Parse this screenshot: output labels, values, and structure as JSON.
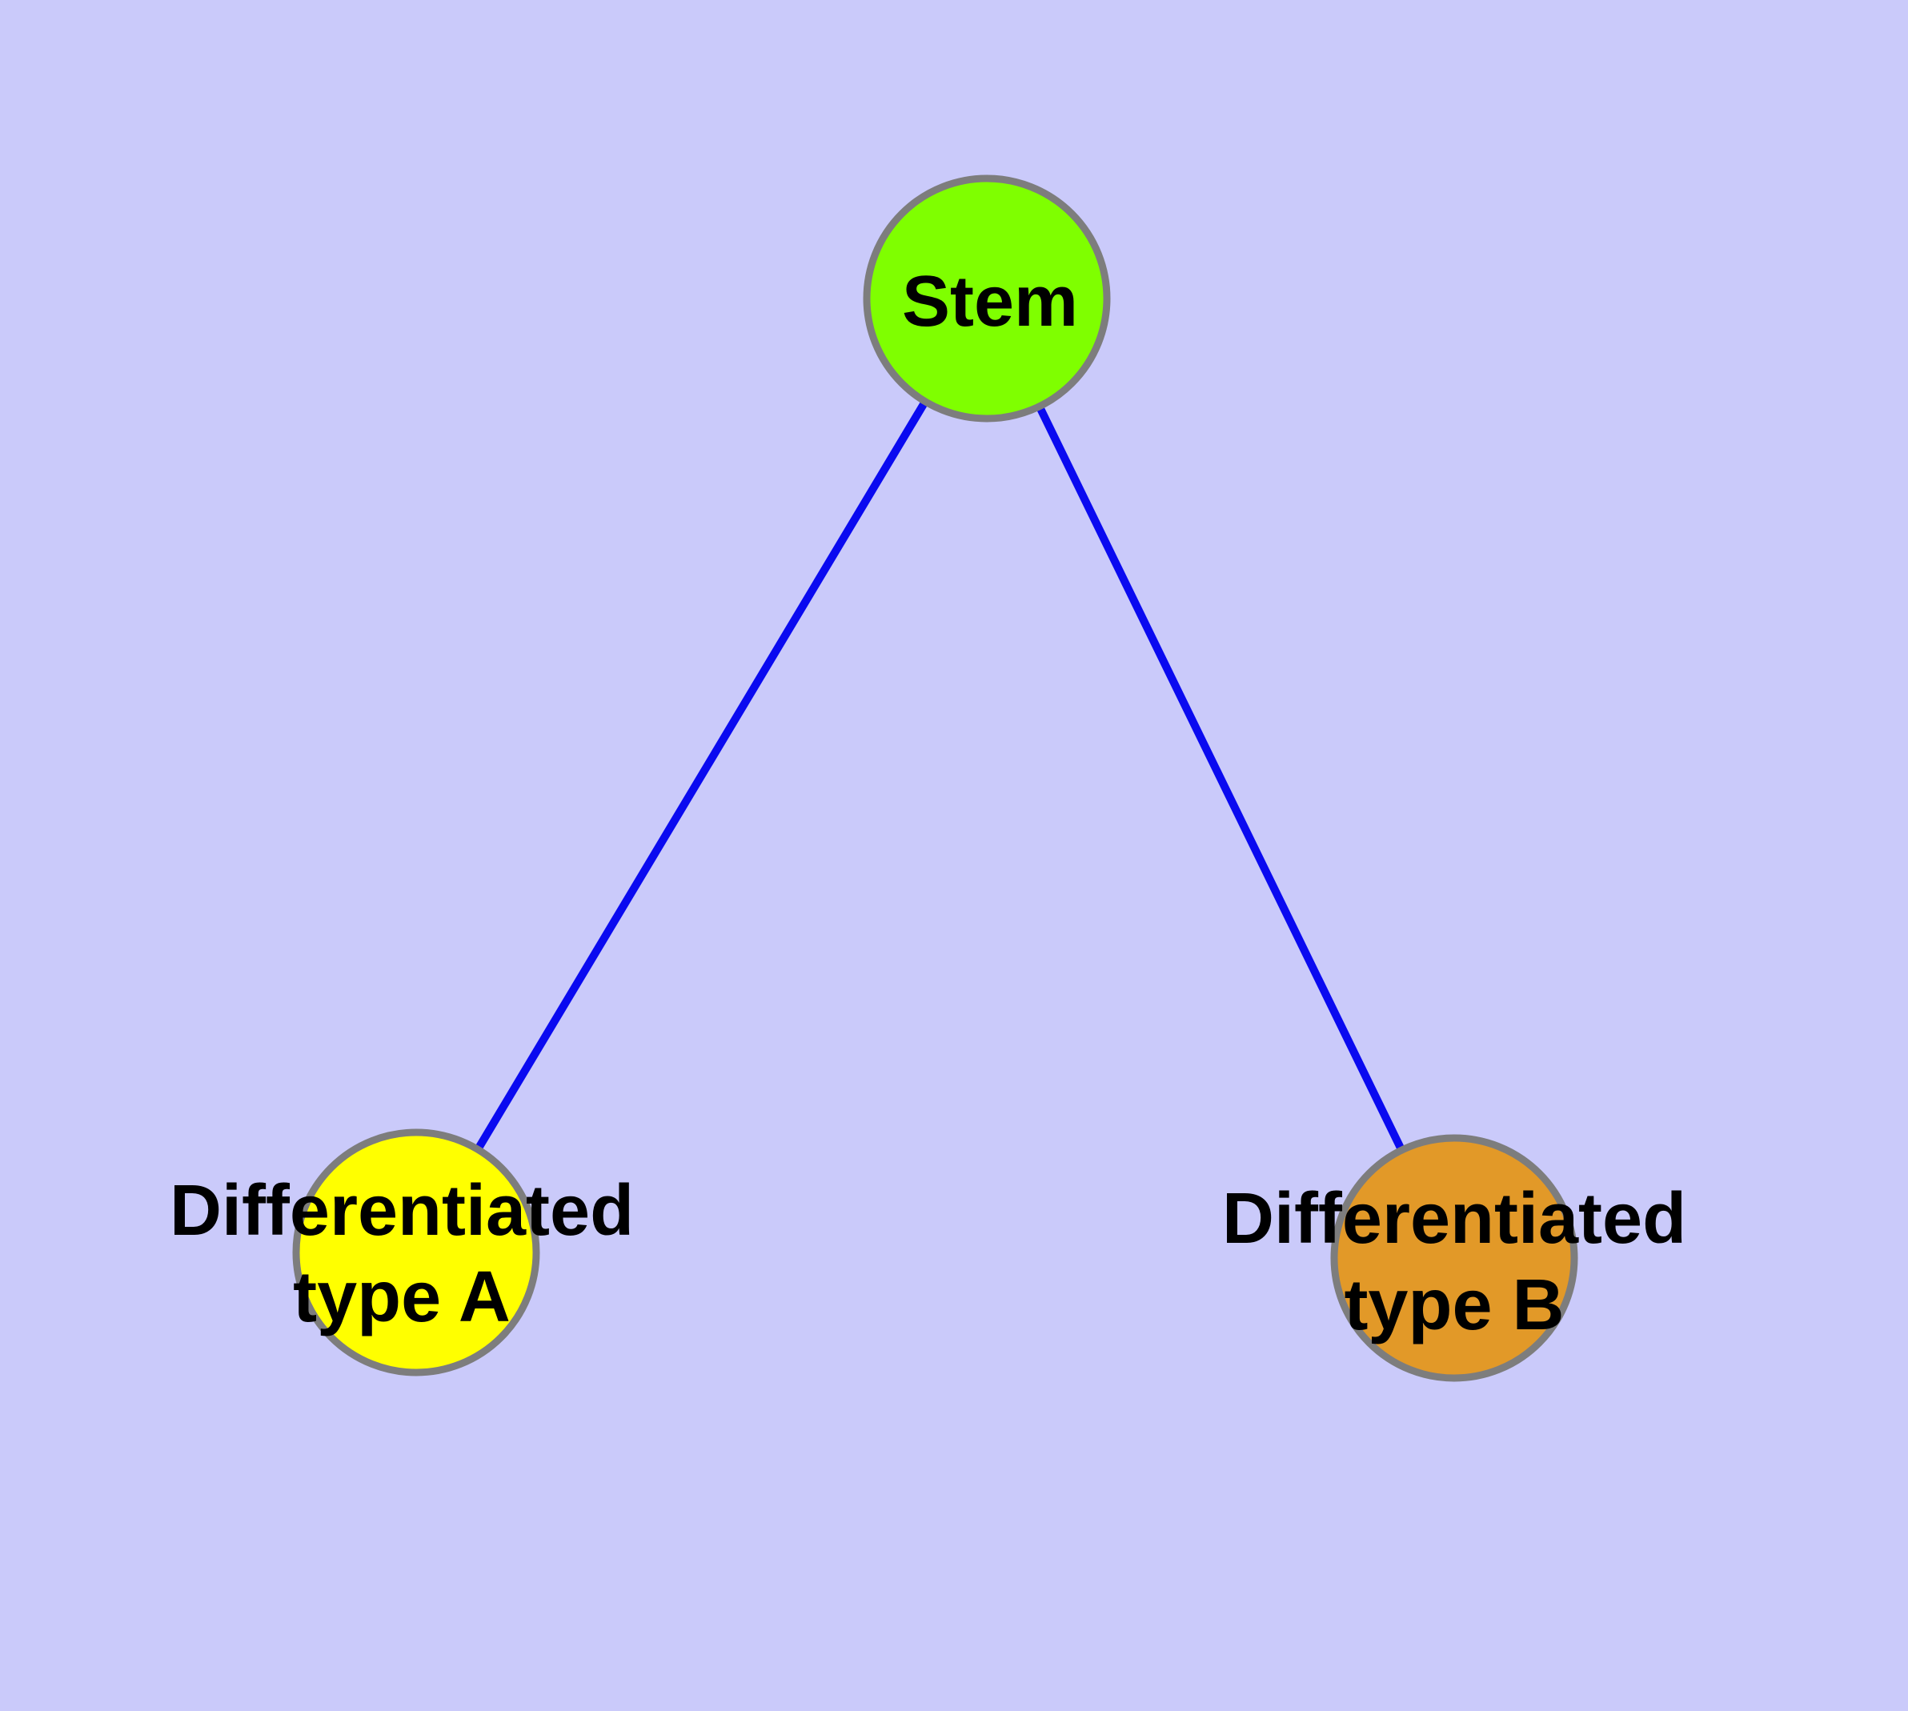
{
  "background_color": "#cacafa",
  "node_border_color": "#7d7d7d",
  "nodes": [
    {
      "id": "stem",
      "label": "Stem",
      "color": "#7fff00"
    },
    {
      "id": "type-a",
      "label": "Differentiated\ntype A",
      "color": "#ffff00"
    },
    {
      "id": "type-b",
      "label": "Differentiated\ntype B",
      "color": "#e29928"
    }
  ],
  "edges": [
    {
      "from": "stem",
      "to": "type-a",
      "color": "#0a0af0"
    },
    {
      "from": "stem",
      "to": "type-b",
      "color": "#0a0af0"
    }
  ]
}
